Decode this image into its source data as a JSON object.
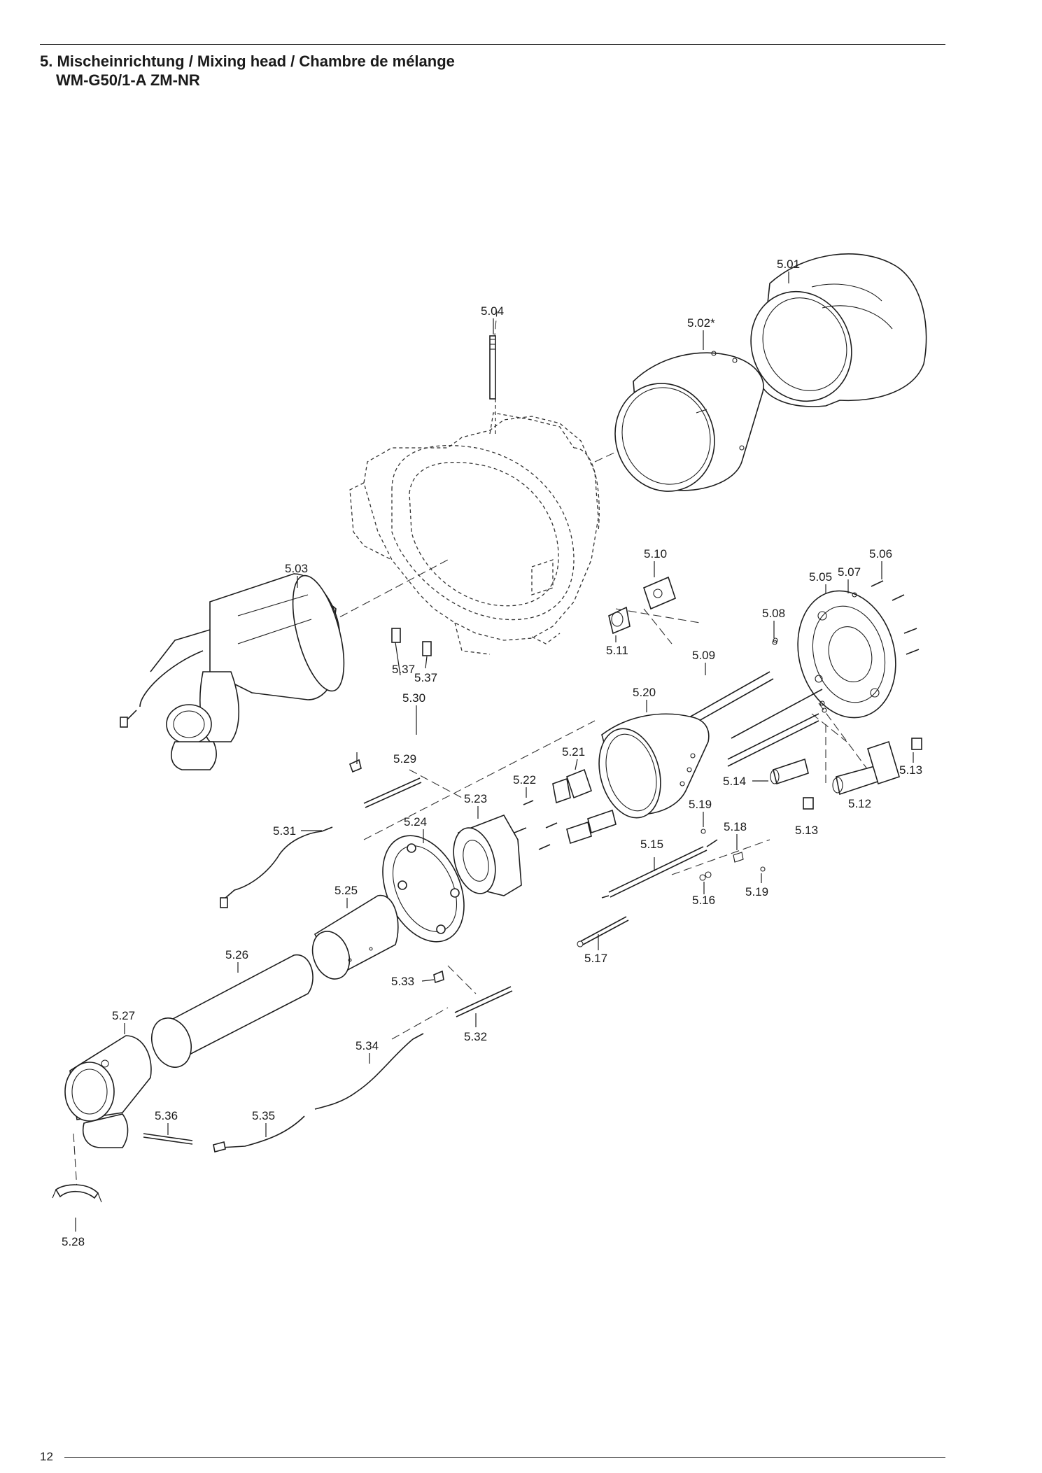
{
  "title": {
    "line1": "5. Mischeinrichtung / Mixing head / Chambre de mélange",
    "line2": "WM-G50/1-A ZM-NR"
  },
  "page_number": "12",
  "labels": {
    "l501": "5.01",
    "l502": "5.02*",
    "l503": "5.03",
    "l504": "5.04",
    "l505": "5.05",
    "l506": "5.06",
    "l507": "5.07",
    "l508": "5.08",
    "l509": "5.09",
    "l510": "5.10",
    "l511": "5.11",
    "l512": "5.12",
    "l513a": "5.13",
    "l513b": "5.13",
    "l514": "5.14",
    "l515": "5.15",
    "l516": "5.16",
    "l517": "5.17",
    "l518": "5.18",
    "l519a": "5.19",
    "l519b": "5.19",
    "l520": "5.20",
    "l521": "5.21",
    "l522": "5.22",
    "l523": "5.23",
    "l524": "5.24",
    "l525": "5.25",
    "l526": "5.26",
    "l527": "5.27",
    "l528": "5.28",
    "l529": "5.29",
    "l530": "5.30",
    "l531": "5.31",
    "l532": "5.32",
    "l533": "5.33",
    "l534": "5.34",
    "l535": "5.35",
    "l536": "5.36",
    "l537a": "5.37",
    "l537b": "5.37"
  }
}
